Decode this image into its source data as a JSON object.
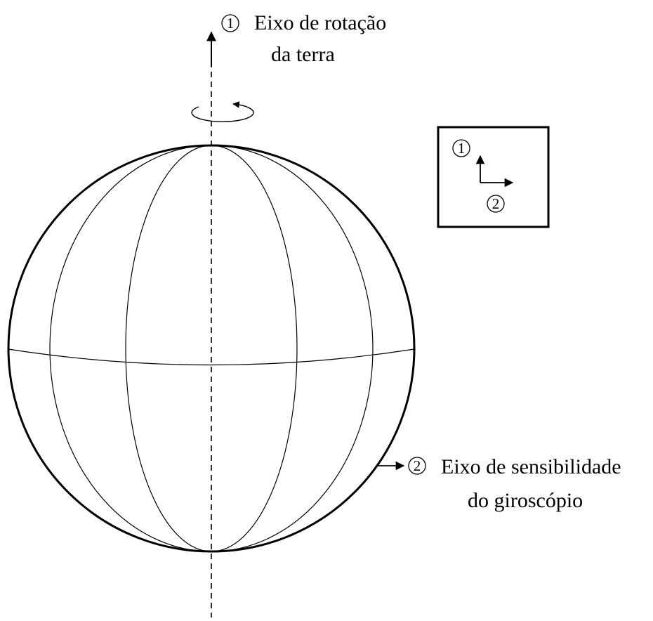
{
  "labels": {
    "axis1_number": "1",
    "axis1_line1": "Eixo de rotação",
    "axis1_line2": "da terra",
    "axis2_number": "2",
    "axis2_line1": "Eixo de sensibilidade",
    "axis2_line2": "do giroscópio"
  },
  "legend_box": {
    "axis1_number": "1",
    "axis2_number": "2"
  }
}
